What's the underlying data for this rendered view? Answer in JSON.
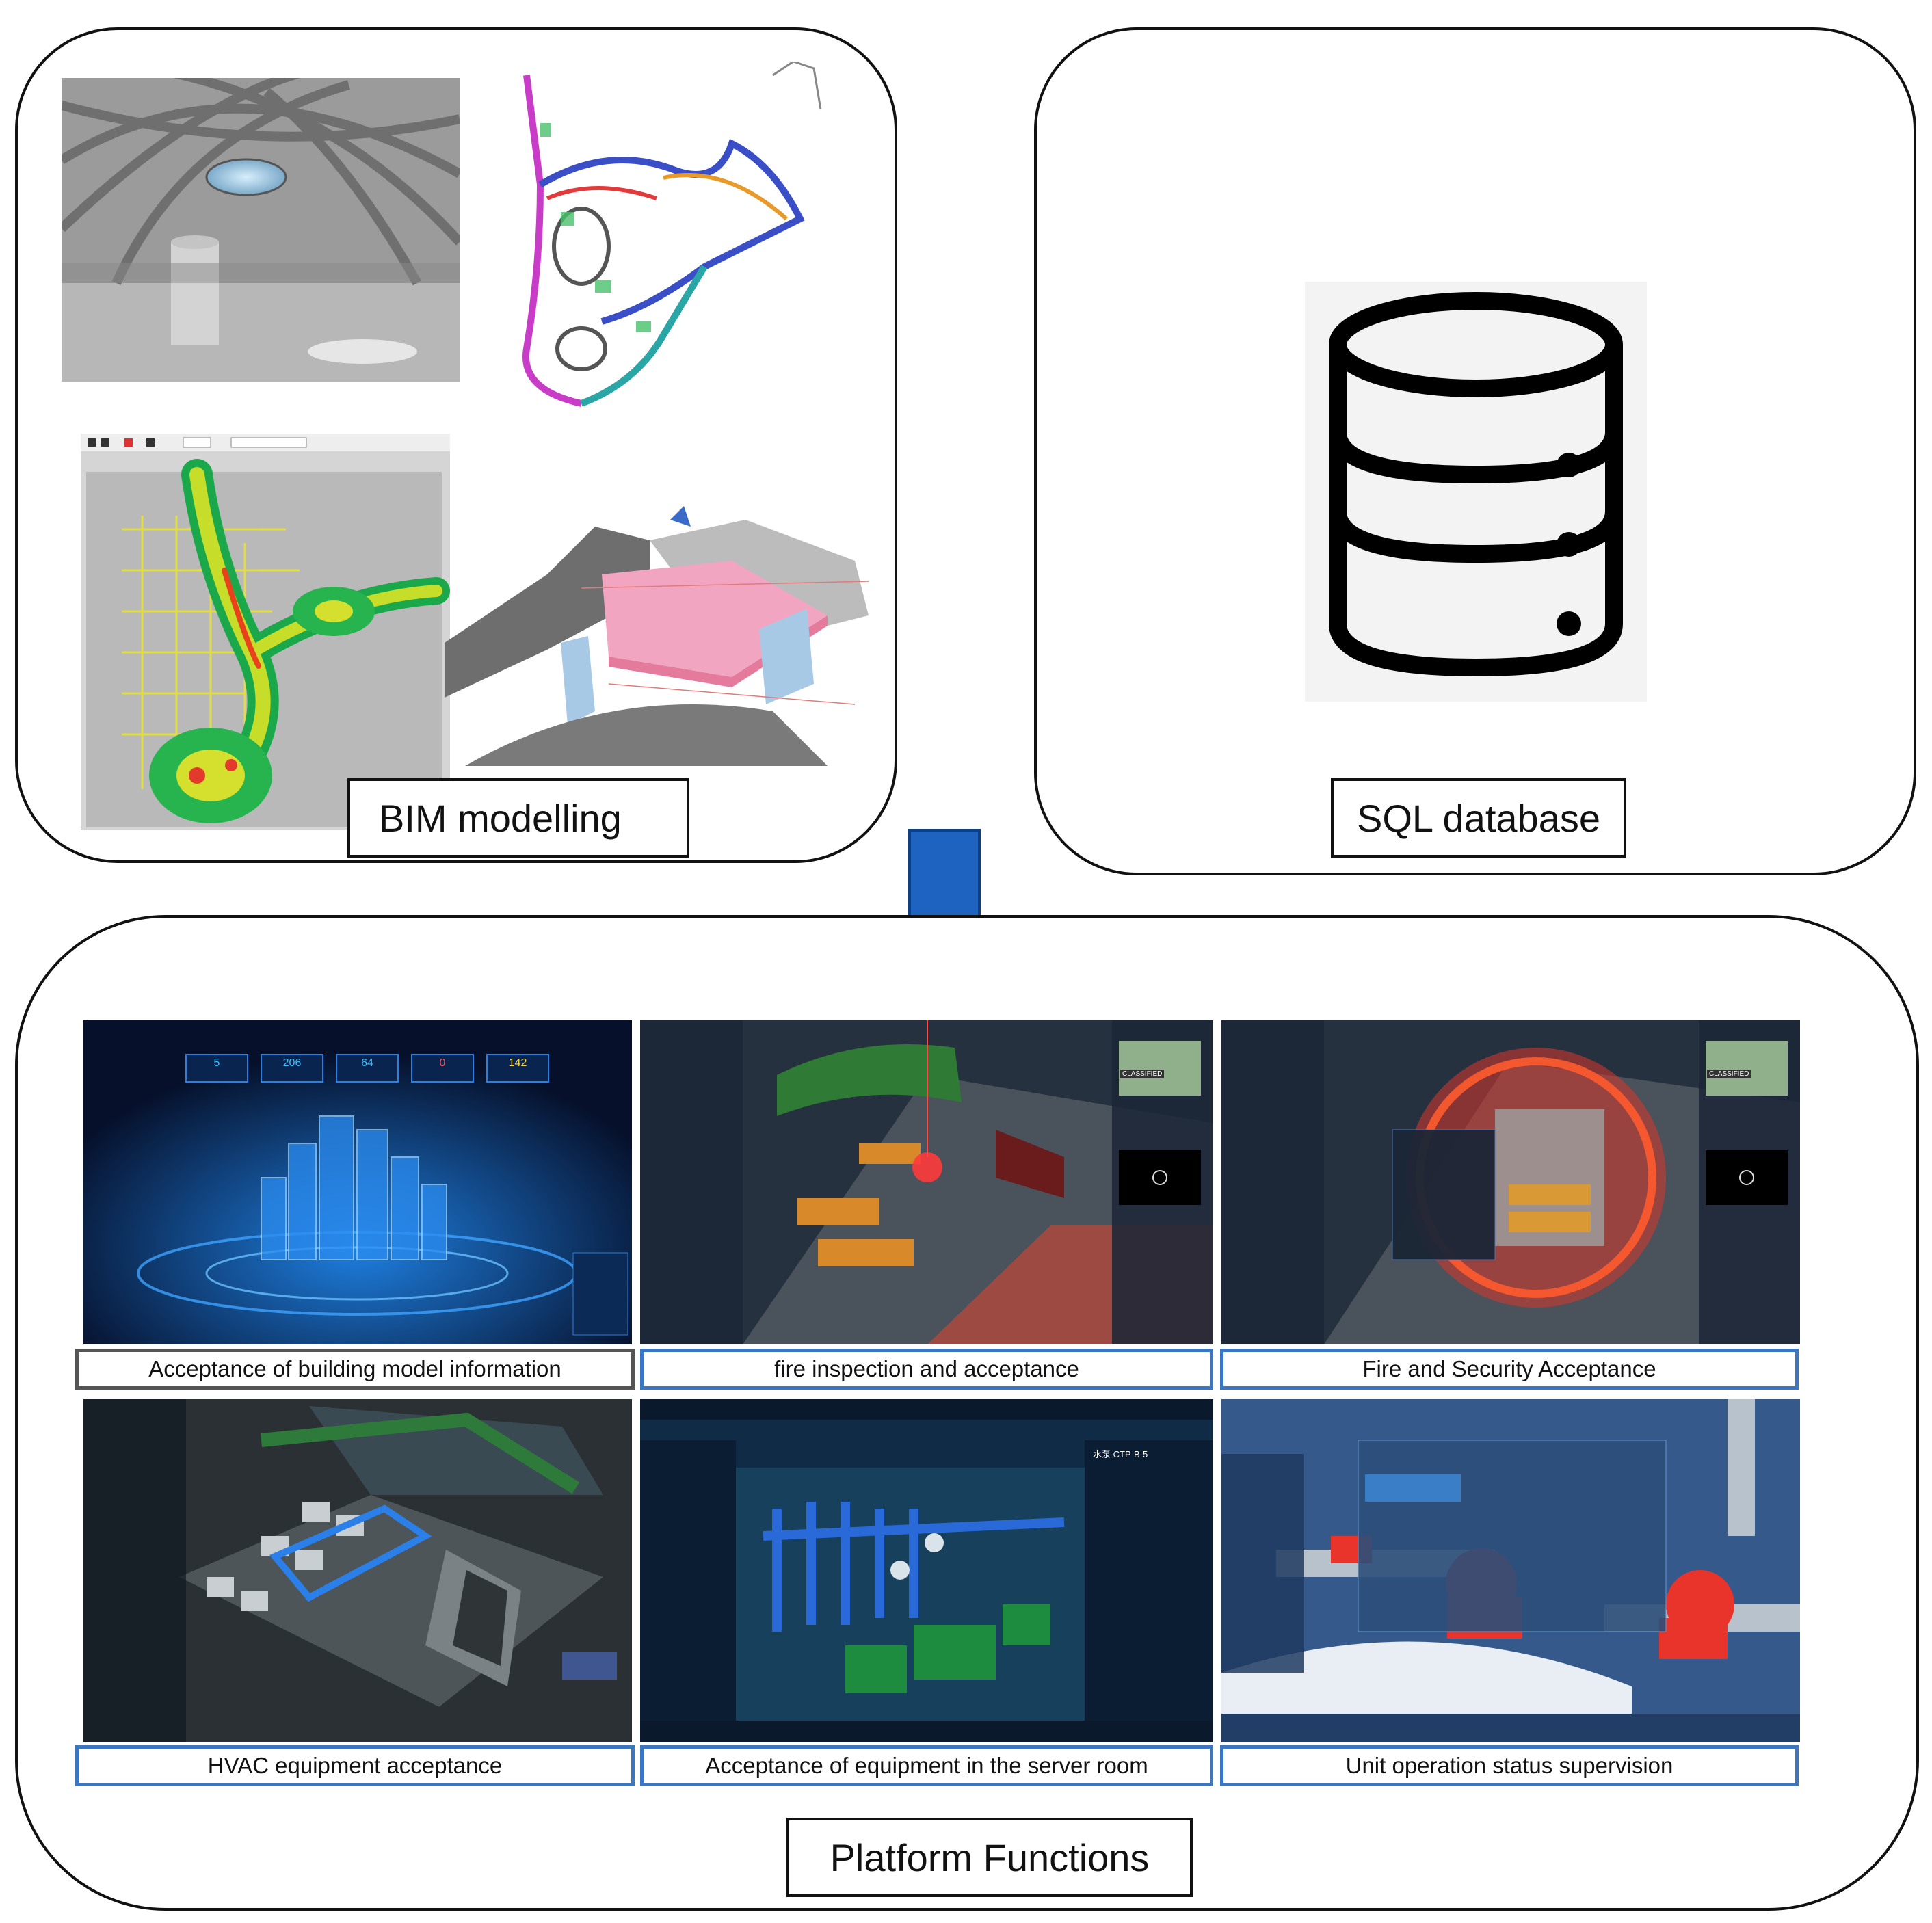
{
  "top_left": {
    "label": "BIM modelling"
  },
  "top_right": {
    "label": "SQL database",
    "icon": "database-icon"
  },
  "bottom": {
    "label": "Platform Functions"
  },
  "functions": [
    {
      "label": "Acceptance of building model information",
      "stats": [
        "5",
        "206",
        "64",
        "0",
        "142"
      ]
    },
    {
      "label": "fire inspection and acceptance",
      "badge": "CLASSIFIED"
    },
    {
      "label": "Fire and Security Acceptance",
      "badge": "CLASSIFIED"
    },
    {
      "label": "HVAC equipment acceptance"
    },
    {
      "label": "Acceptance of equipment in the server room",
      "tag": "水泵 CTP-B-5"
    },
    {
      "label": "Unit operation status supervision"
    }
  ],
  "colors": {
    "arrow": "#1f63c0",
    "caption_border": "#3b76c3"
  }
}
